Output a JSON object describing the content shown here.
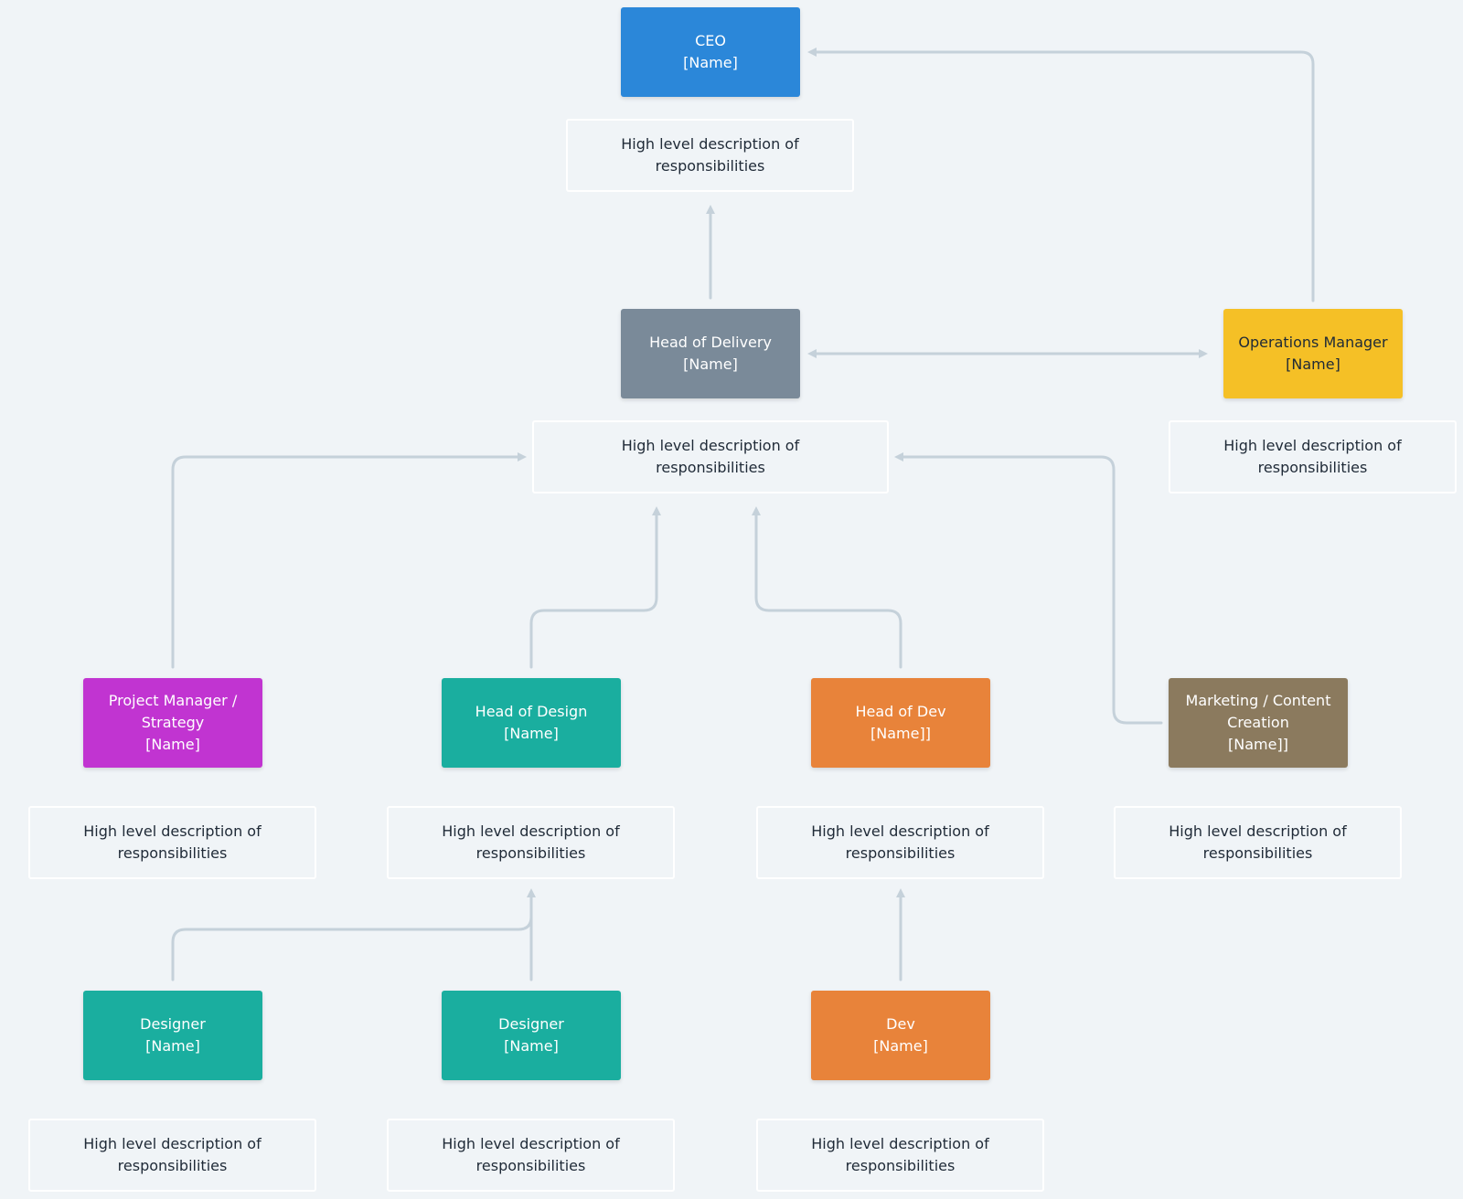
{
  "colors": {
    "background": "#f0f4f7",
    "connector": "#c5d1da",
    "ceo": "#2b87d9",
    "delivery": "#7a8a99",
    "operations": "#f5c026",
    "project_manager": "#c134d1",
    "design": "#1aae9f",
    "dev": "#e8833a",
    "marketing": "#8b7a5e"
  },
  "nodes": {
    "ceo": {
      "title": "CEO",
      "name": "[Name]"
    },
    "delivery": {
      "title": "Head of Delivery",
      "name": "[Name]"
    },
    "operations": {
      "title": "Operations Manager",
      "name": "[Name]"
    },
    "pm": {
      "title_line1": "Project Manager /",
      "title_line2": "Strategy",
      "name": "[Name]"
    },
    "head_design": {
      "title": "Head of Design",
      "name": "[Name]"
    },
    "head_dev": {
      "title": "Head of Dev",
      "name": "[Name]]"
    },
    "marketing": {
      "title_line1": "Marketing / Content",
      "title_line2": "Creation",
      "name": "[Name]]"
    },
    "designer1": {
      "title": "Designer",
      "name": "[Name]"
    },
    "designer2": {
      "title": "Designer",
      "name": "[Name]"
    },
    "dev": {
      "title": "Dev",
      "name": "[Name]"
    }
  },
  "descriptions": {
    "ceo": "High level description of responsibilities",
    "delivery": "High level description of responsibilities",
    "operations": "High level description of responsibilities",
    "pm": "High level description of responsibilities",
    "head_design": "High level description of responsibilities",
    "head_dev": "High level description of responsibilities",
    "marketing": "High level description of responsibilities",
    "designer1": "High level description of responsibilities",
    "designer2": "High level description of responsibilities",
    "dev": "High level description of responsibilities"
  }
}
